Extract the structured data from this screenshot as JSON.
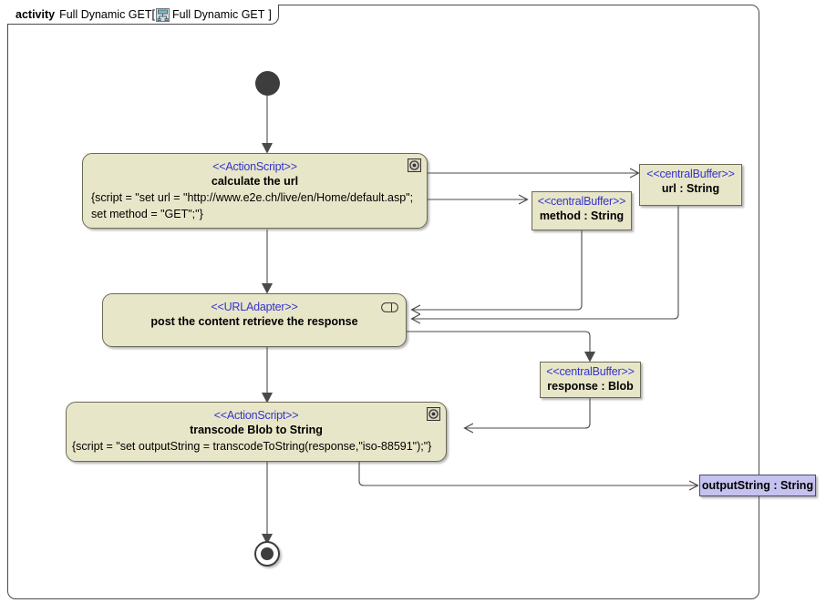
{
  "frame": {
    "keyword": "activity",
    "title": "Full Dynamic GET[",
    "icon_name": "activity-diagram-icon",
    "tab_label": "Full Dynamic GET",
    "close_bracket": "]"
  },
  "colors": {
    "node_fill": "#E8E6C8",
    "node_border": "#6b6b55",
    "stereotype_text": "#3333cc",
    "object_fill": "#C6C2F0",
    "object_border": "#4a4a6b",
    "connector": "#4a4a4a",
    "control_node": "#3d3d3d",
    "canvas": "#ffffff"
  },
  "nodes": {
    "initial": {
      "name": "initial-node"
    },
    "final": {
      "name": "activity-final-node"
    },
    "calculate_url": {
      "stereotype": "<<ActionScript>>",
      "name": "calculate the url",
      "body_line1": "{script = \"set url = \"http://www.e2e.ch/live/en/Home/default.asp\";",
      "body_line2": "set method = \"GET\";\"}",
      "icon_name": "action-script-icon"
    },
    "url_adapter": {
      "stereotype": "<<URLAdapter>>",
      "name": "post the content retrieve the response",
      "icon_name": "url-adapter-pill-icon"
    },
    "transcode": {
      "stereotype": "<<ActionScript>>",
      "name": "transcode Blob to String",
      "body_line1": "{script = \"set outputString = transcodeToString(response,\"iso-88591\");\"}",
      "icon_name": "action-script-icon"
    },
    "buffer_url": {
      "stereotype": "<<centralBuffer>>",
      "name": "url : String"
    },
    "buffer_method": {
      "stereotype": "<<centralBuffer>>",
      "name": "method : String"
    },
    "buffer_response": {
      "stereotype": "<<centralBuffer>>",
      "name": "response : Blob"
    },
    "output_string": {
      "name": "outputString : String"
    }
  },
  "edges": [
    {
      "from": "initial",
      "to": "calculate_url"
    },
    {
      "from": "calculate_url",
      "to": "buffer_url"
    },
    {
      "from": "calculate_url",
      "to": "buffer_method"
    },
    {
      "from": "calculate_url",
      "to": "url_adapter"
    },
    {
      "from": "buffer_method",
      "to": "url_adapter"
    },
    {
      "from": "buffer_url",
      "to": "url_adapter"
    },
    {
      "from": "url_adapter",
      "to": "buffer_response"
    },
    {
      "from": "url_adapter",
      "to": "transcode"
    },
    {
      "from": "buffer_response",
      "to": "transcode"
    },
    {
      "from": "transcode",
      "to": "output_string"
    },
    {
      "from": "transcode",
      "to": "final"
    }
  ]
}
